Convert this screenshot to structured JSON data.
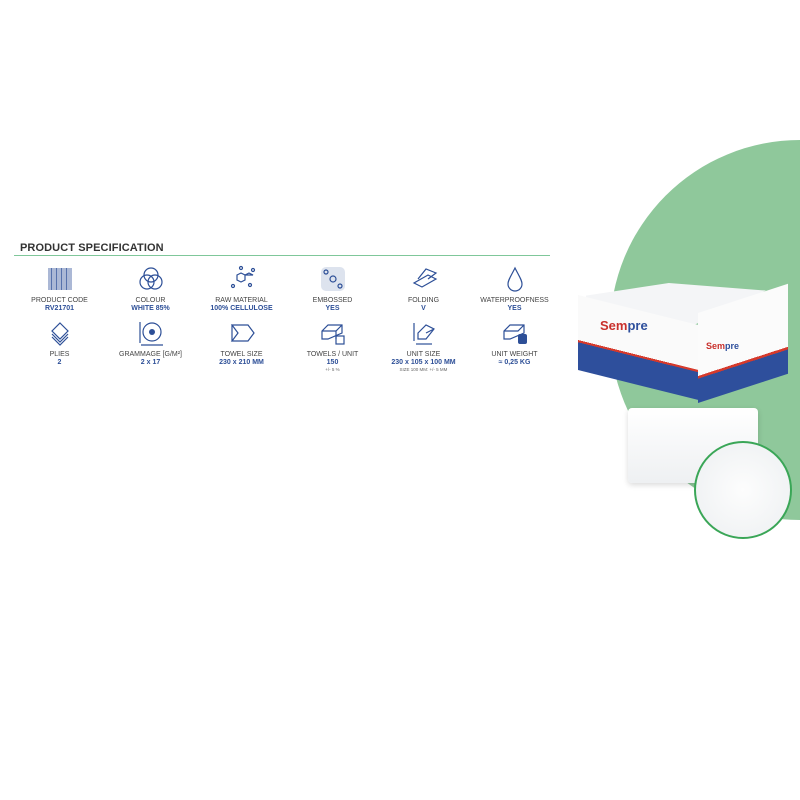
{
  "section_title": "PRODUCT SPECIFICATION",
  "specs": [
    {
      "icon": "barcode-icon",
      "label": "PRODUCT CODE",
      "value": "RV21701"
    },
    {
      "icon": "color-circles-icon",
      "label": "COLOUR",
      "value": "WHITE 85%"
    },
    {
      "icon": "molecule-icon",
      "label": "RAW MATERIAL",
      "value": "100% CELLULOSE"
    },
    {
      "icon": "embossed-pattern-icon",
      "label": "EMBOSSED",
      "value": "YES"
    },
    {
      "icon": "v-fold-icon",
      "label": "FOLDING",
      "value": "V"
    },
    {
      "icon": "water-drop-icon",
      "label": "WATERPROOFNESS",
      "value": "YES"
    },
    {
      "icon": "plies-stack-icon",
      "label": "PLIES",
      "value": "2"
    },
    {
      "icon": "grammage-icon",
      "label": "GRAMMAGE [G/M²]",
      "value": "2 x 17"
    },
    {
      "icon": "towel-size-icon",
      "label": "TOWEL SIZE",
      "value": "230 x 210 MM"
    },
    {
      "icon": "towels-per-unit-icon",
      "label": "TOWELS / UNIT",
      "value": "150",
      "note": "+/- 5 %"
    },
    {
      "icon": "unit-size-icon",
      "label": "UNIT SIZE",
      "value": "230 x 105 x 100 MM",
      "note": "SIZE 100 MM: +/- 5 MM"
    },
    {
      "icon": "unit-weight-icon",
      "label": "UNIT WEIGHT",
      "value": "≈ 0,25 KG"
    }
  ],
  "product": {
    "brand_a": "Sem",
    "brand_b": "pre"
  },
  "colors": {
    "accent": "#2d4f97",
    "green": "#8fc89b",
    "rule": "#7fc79a"
  }
}
